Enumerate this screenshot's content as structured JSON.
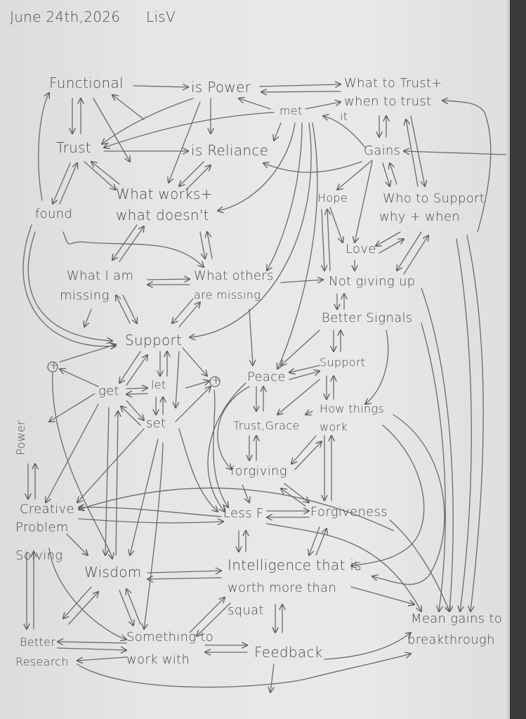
{
  "header": {
    "date": "June 24th,2026",
    "author": "LisV"
  },
  "nodes": {
    "functional": "Functional",
    "is_power": "is Power",
    "what_to_trust_1": "What to Trust+",
    "what_to_trust_2": "when to trust",
    "what_to_trust_3": "it",
    "met": "met",
    "trust": "Trust",
    "is_reliance": "is Reliance",
    "gains": "Gains",
    "what_works_1": "What works+",
    "what_works_2": "what doesn't",
    "found": "found",
    "hope": "Hope",
    "who_support_1": "Who to Support",
    "who_support_2": "why + when",
    "love": "Love",
    "what_i_missing_1": "What I am",
    "what_i_missing_2": "missing",
    "what_others_1": "What others",
    "what_others_2": "are missing",
    "not_giving_up": "Not giving up",
    "better_signals": "Better Signals",
    "support_center": "Support",
    "support_right": "Support",
    "get": "get",
    "let": "let",
    "set": "set",
    "peace": "Peace",
    "how_things_1": "How things",
    "how_things_2": "work",
    "trust_grace": "Trust,Grace",
    "power_side": "Power",
    "forgiving": "forgiving",
    "creative_1": "Creative",
    "creative_2": "Problem",
    "creative_3": "Solving",
    "less_f": "Less F",
    "forgiveness": "Forgiveness",
    "wisdom": "Wisdom",
    "intelligence_1": "Intelligence that is",
    "intelligence_2": "worth more than",
    "intelligence_3": "squat",
    "mean_gains_1": "Mean gains to",
    "mean_gains_2": "breakthrough",
    "better_research_1": "Better",
    "better_research_2": "Research",
    "something_1": "Something to",
    "something_2": "work with",
    "feedback": "Feedback",
    "plus_left": "+",
    "plus_right": "+"
  }
}
